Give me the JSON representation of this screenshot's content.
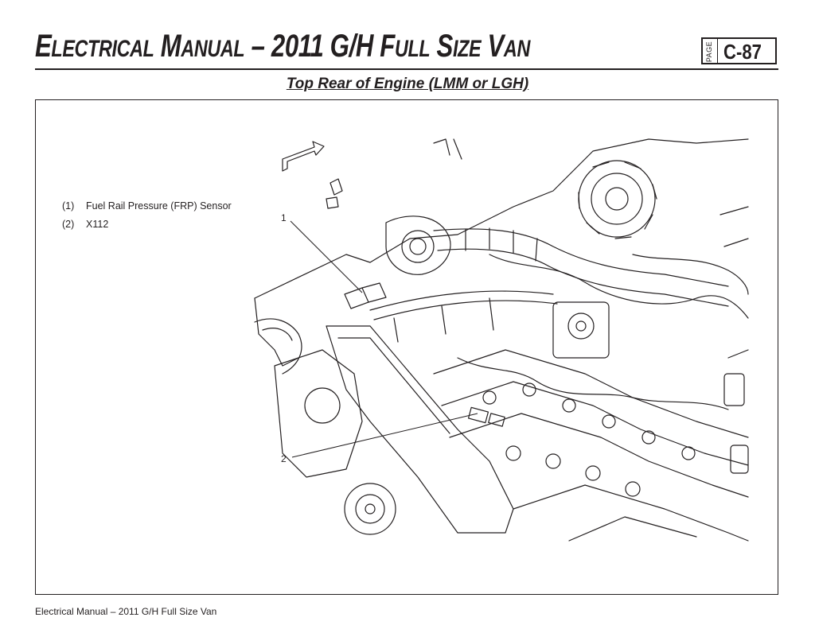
{
  "header": {
    "title_parts": [
      {
        "cap": "E",
        "rest": "LECTRICAL"
      },
      {
        "cap": "M",
        "rest": "ANUAL"
      },
      {
        "cap": "– 2011 G/H",
        "rest": ""
      },
      {
        "cap": "F",
        "rest": "ULL"
      },
      {
        "cap": "S",
        "rest": "IZE"
      },
      {
        "cap": "V",
        "rest": "AN"
      }
    ],
    "page_label": "PAGE",
    "page_number": "C-87"
  },
  "subtitle": "Top Rear of Engine (LMM or LGH)",
  "legend": [
    {
      "num": "(1)",
      "text": "Fuel Rail Pressure (FRP) Sensor"
    },
    {
      "num": "(2)",
      "text": "X112"
    }
  ],
  "callouts": {
    "one": "1",
    "two": "2"
  },
  "footer": "Electrical Manual – 2011 G/H Full Size Van"
}
